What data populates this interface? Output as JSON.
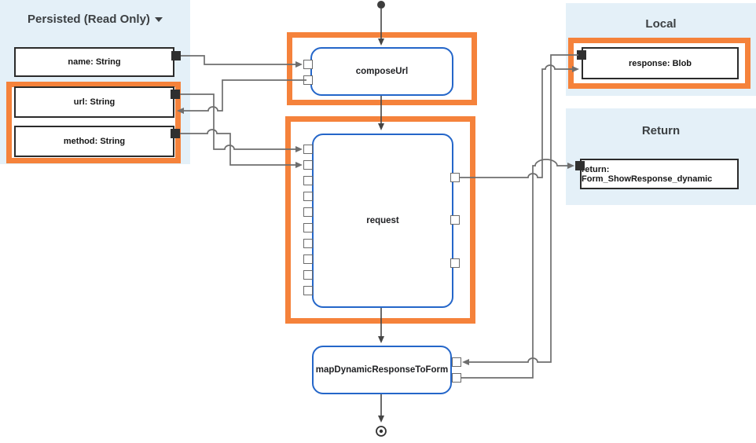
{
  "colors": {
    "panel-bg": "#e4f0f8",
    "orange": "#f5823b",
    "node-blue": "#2466c9",
    "wire": "#6e6e6e",
    "flow": "#454545",
    "box-border": "#2b2b2b",
    "ink": "#3c4043"
  },
  "panels": {
    "persisted": {
      "title": "Persisted (Read Only)",
      "variables": [
        {
          "label": "name: String",
          "highlighted": false
        },
        {
          "label": "url: String",
          "highlighted": true
        },
        {
          "label": "method: String",
          "highlighted": true
        }
      ]
    },
    "local": {
      "title": "Local",
      "variables": [
        {
          "label": "response: Blob",
          "highlighted": true
        }
      ]
    },
    "return": {
      "title": "Return",
      "variables": [
        {
          "label": "return: Form_ShowResponse_dynamic",
          "highlighted": false
        }
      ]
    }
  },
  "nodes": {
    "compose": {
      "label": "composeUrl",
      "highlighted": true
    },
    "request": {
      "label": "request",
      "highlighted": true
    },
    "map": {
      "label": "mapDynamicResponseToForm",
      "highlighted": false
    }
  }
}
